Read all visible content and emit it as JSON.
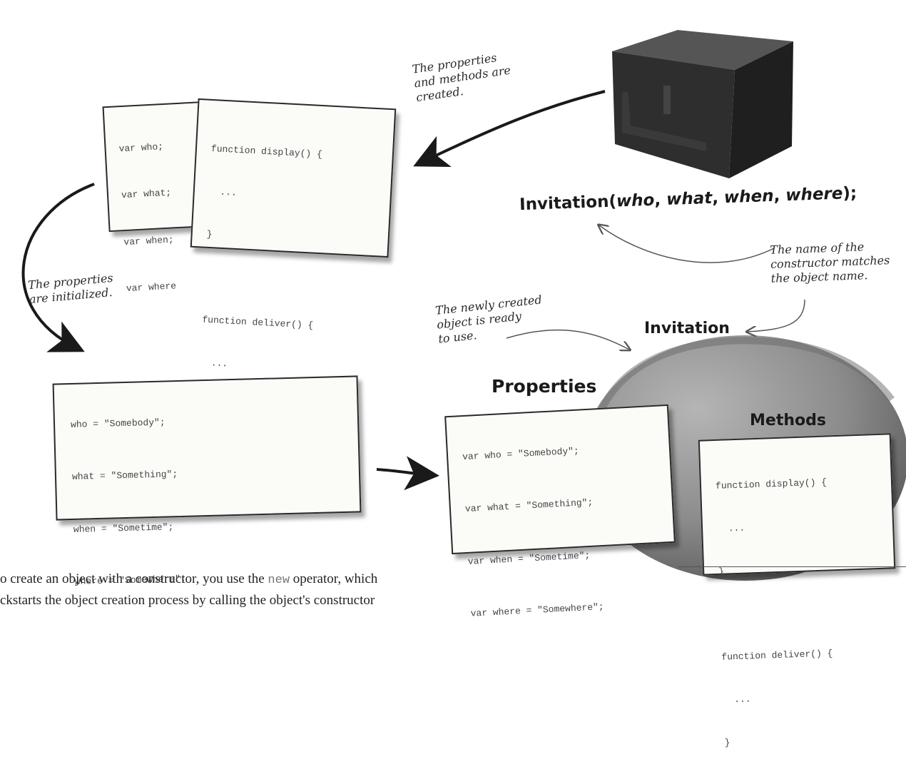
{
  "top_partial_text": "",
  "cards": {
    "vars": [
      "var who;",
      "var what;",
      "var when;",
      "var where"
    ],
    "functions": [
      "function display() {",
      "  ...",
      "}",
      "",
      "function deliver() {",
      "  ...",
      "}"
    ],
    "assignments": [
      "who = \"Somebody\";",
      "what = \"Something\";",
      "when = \"Sometime\";",
      "where = \"Somewhere\";"
    ],
    "properties": [
      "var who = \"Somebody\";",
      "var what = \"Something\";",
      "var when = \"Sometime\";",
      "var where = \"Somewhere\";"
    ],
    "methods": [
      "function display() {",
      "  ...",
      "}",
      "",
      "function deliver() {",
      "  ...",
      "}"
    ]
  },
  "notes": {
    "created": "The properties\nand methods are\ncreated.",
    "initialized": "The properties\nare initialized.",
    "ready": "The newly created\nobject is ready\nto use.",
    "name_match": "The name of the\nconstructor matches\nthe object name."
  },
  "constructor_call": {
    "name": "Invitation(",
    "params": [
      "who",
      "what",
      "when",
      "where"
    ],
    "separator": ", ",
    "suffix": ");"
  },
  "object": {
    "label": "Invitation",
    "properties_label": "Properties",
    "methods_label": "Methods"
  },
  "bottom_text": {
    "line1_a": "o create an object with a constructor, you use the ",
    "line1_code": "new",
    "line1_b": " operator, which",
    "line2": "ckstarts the object creation process by calling the object's constructor"
  },
  "colors": {
    "box_dark": "#2e2e2e",
    "sphere": "#8a8a8a",
    "card_border": "#2a2a2a"
  }
}
